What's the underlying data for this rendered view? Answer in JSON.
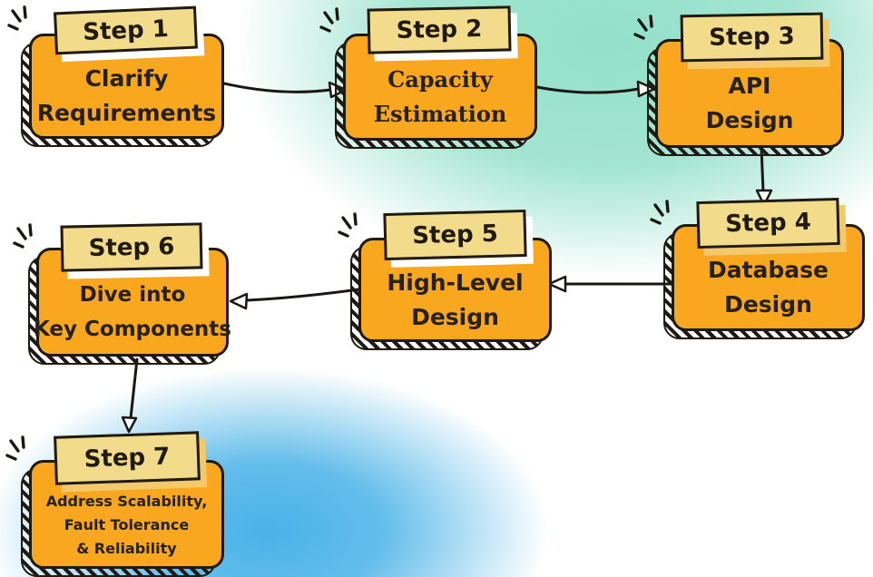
{
  "diagram": {
    "steps": [
      {
        "label": "Step 1",
        "lines": [
          "Clarify",
          "Requirements"
        ]
      },
      {
        "label": "Step 2",
        "lines": [
          "Capacity",
          "Estimation"
        ]
      },
      {
        "label": "Step 3",
        "lines": [
          "API",
          "Design"
        ]
      },
      {
        "label": "Step 4",
        "lines": [
          "Database",
          "Design"
        ]
      },
      {
        "label": "Step 5",
        "lines": [
          "High-Level",
          "Design"
        ]
      },
      {
        "label": "Step 6",
        "lines": [
          "Dive into",
          "Key Components"
        ]
      },
      {
        "label": "Step 7",
        "lines": [
          "Address Scalability,",
          "Fault Tolerance",
          "& Reliability"
        ]
      }
    ],
    "connections": [
      {
        "from": "Step 1",
        "to": "Step 2"
      },
      {
        "from": "Step 2",
        "to": "Step 3"
      },
      {
        "from": "Step 3",
        "to": "Step 4"
      },
      {
        "from": "Step 4",
        "to": "Step 5"
      },
      {
        "from": "Step 5",
        "to": "Step 6"
      },
      {
        "from": "Step 6",
        "to": "Step 7"
      }
    ]
  },
  "palette": {
    "box_fill": "#F8A71E",
    "header_fill": "#F2DC8B",
    "outline": "#1F1A12",
    "text": "#26211A",
    "arrow": "#1A1712",
    "bg_teal": "#93E0CA",
    "bg_blue": "#49B2E8",
    "bg_base": "#FFFFFF",
    "header_shadow_white": "#FFFFFF",
    "header_shadow_cream": "#F4C96B"
  }
}
